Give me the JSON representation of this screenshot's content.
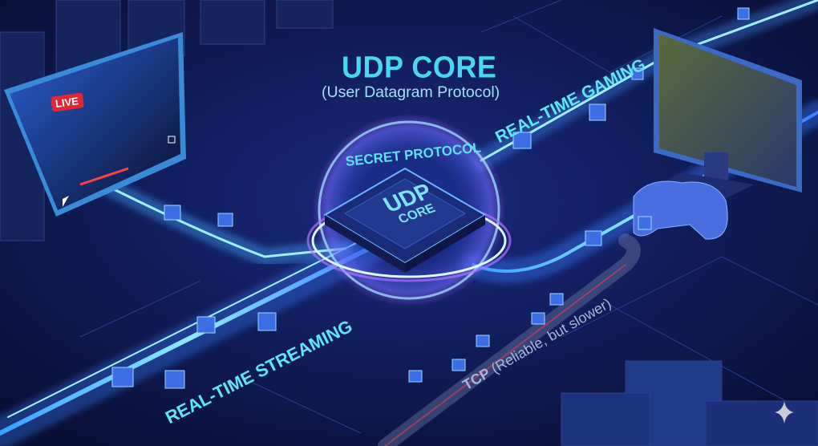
{
  "title": "UDP CORE",
  "subtitle": "(User Datagram Protocol)",
  "ring_label": "SECRET PROTOCOL",
  "chip": {
    "line1": "UDP",
    "line2": "CORE"
  },
  "stream_label": "REAL-TIME STREAMING",
  "gaming_label": "REAL-TIME GAMING",
  "tcp": {
    "name": "TCP",
    "note": "(Reliable, but slower)"
  },
  "live_badge": "LIVE",
  "colors": {
    "background": "#0a1440",
    "accent": "#47d7ee",
    "glow": "#8a5cff",
    "live": "#e02834"
  },
  "icons": [
    "lightning-packet-icon",
    "gamepad-icon",
    "play-icon",
    "fullscreen-icon",
    "sparkle-icon"
  ]
}
